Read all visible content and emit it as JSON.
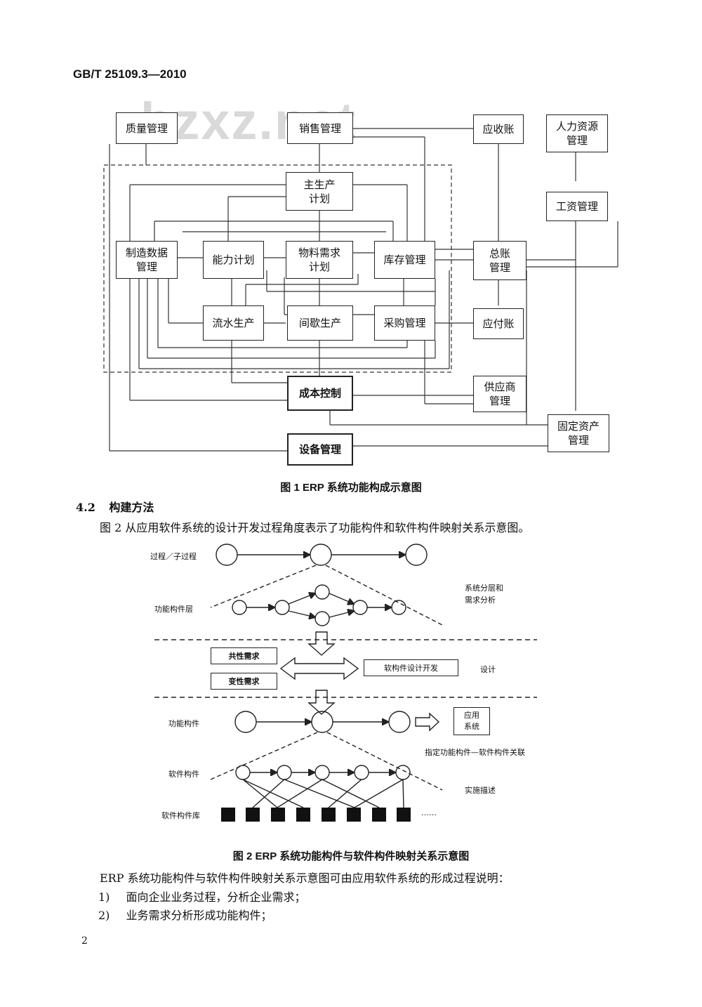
{
  "header": {
    "standard_no": "GB/T 25109.3—2010",
    "watermark": "bzxz.net"
  },
  "figure1": {
    "boxes": {
      "quality": "质量管理",
      "sales": "销售管理",
      "receivable": "应收账",
      "hr": "人力资源\n管理",
      "mps": "主生产\n计划",
      "payroll": "工资管理",
      "mfg_data": "制造数据\n管理",
      "capacity": "能力计划",
      "mrp": "物料需求\n计划",
      "inventory": "库存管理",
      "ledger": "总账\n管理",
      "flow": "流水生产",
      "intermittent": "间歇生产",
      "purchase": "采购管理",
      "payable": "应付账",
      "cost": "成本控制",
      "supplier": "供应商\n管理",
      "fixed_assets": "固定资产\n管理",
      "equipment": "设备管理"
    },
    "caption": "图 1   ERP 系统功能构成示意图"
  },
  "section": {
    "number": "4.2",
    "title": "构建方法"
  },
  "intro": "图 2 从应用软件系统的设计开发过程角度表示了功能构件和软件构件映射关系示意图。",
  "figure2": {
    "labels": {
      "process": "过程／子过程",
      "func_layer": "功能构件层",
      "func_comp": "功能构件",
      "soft_comp": "软件构件",
      "soft_lib": "软件构件库",
      "layering": "系统分层和\n需求分析",
      "design": "设计",
      "assign": "指定功能构件—软件构件关联",
      "impl": "实施描述",
      "dots": "……"
    },
    "boxes": {
      "common": "共性需求",
      "variable": "变性需求",
      "dev": "软构件设计开发",
      "app": "应用\n系统"
    },
    "caption": "图 2   ERP 系统功能构件与软件构件映射关系示意图"
  },
  "body": {
    "p1": "ERP 系统功能构件与软件构件映射关系示意图可由应用软件系统的形成过程说明：",
    "item1_num": "1)",
    "item1": "面向企业业务过程，分析企业需求；",
    "item2_num": "2)",
    "item2": "业务需求分析形成功能构件；"
  },
  "page_number": "2"
}
